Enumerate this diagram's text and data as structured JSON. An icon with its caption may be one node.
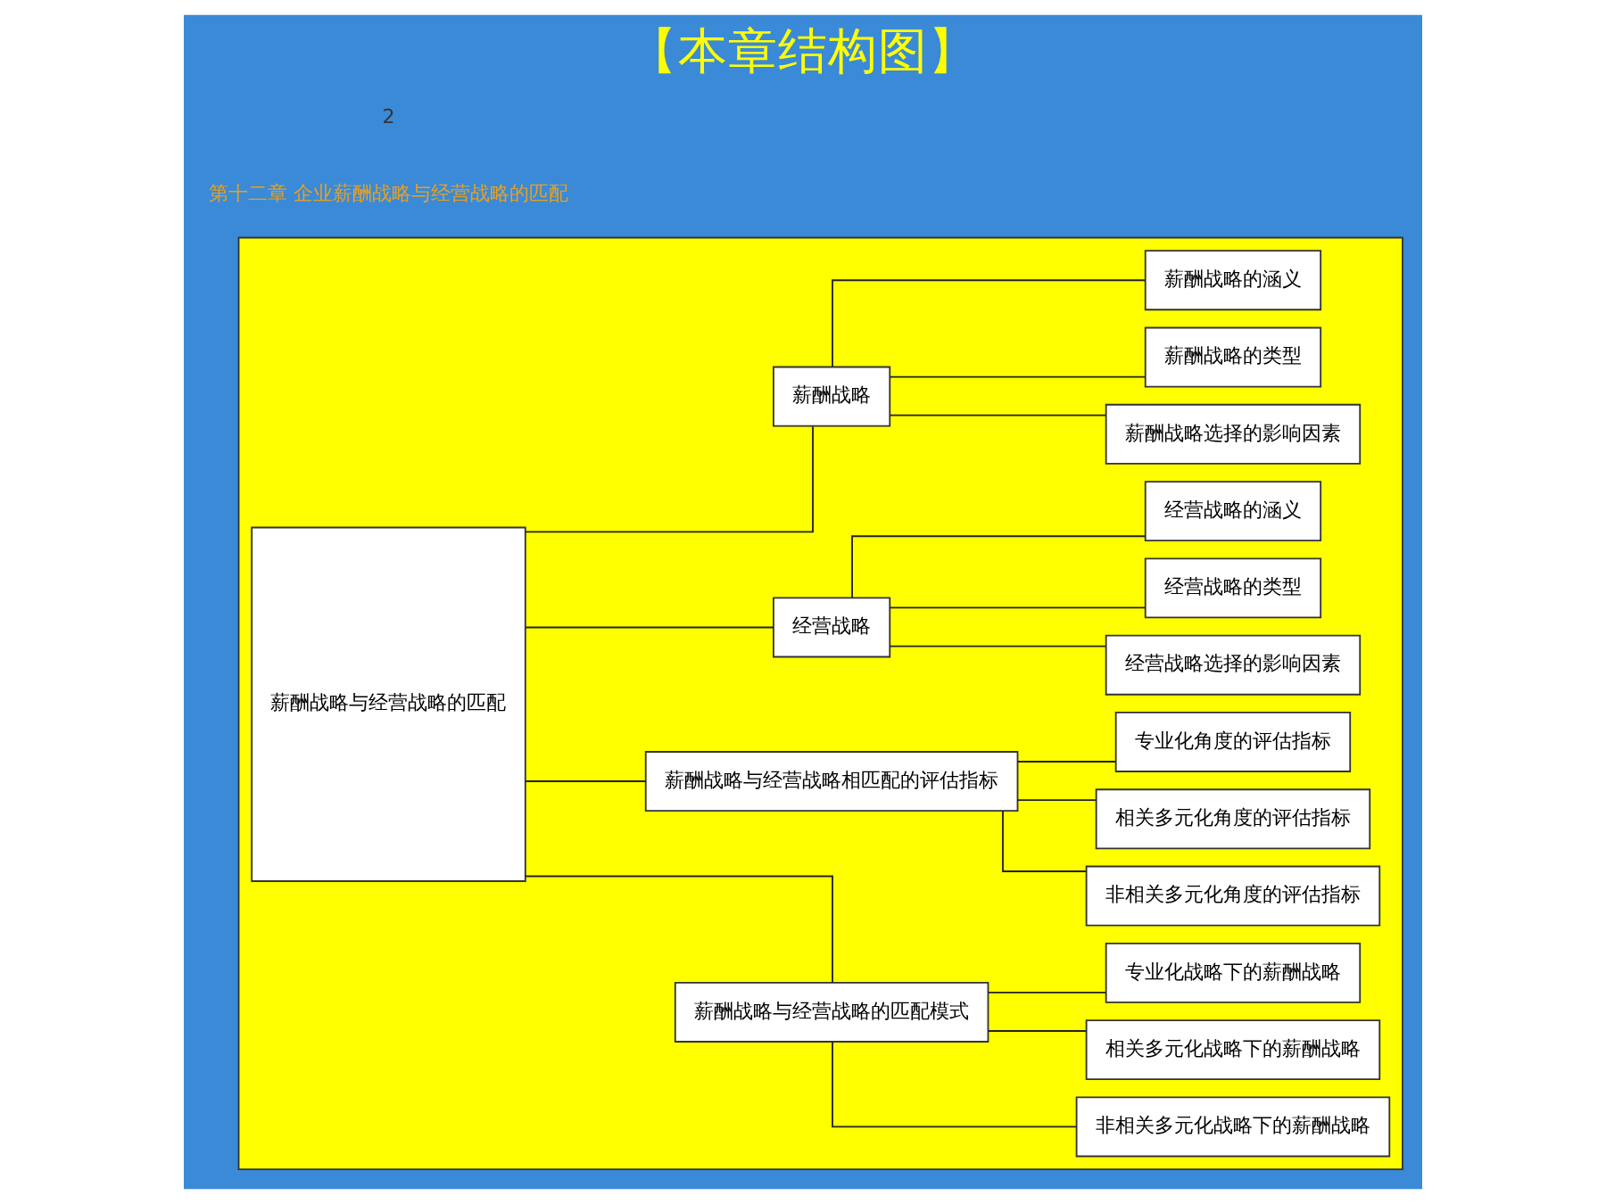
{
  "diagram": {
    "title": "【本章结构图】",
    "nodes": [
      {
        "text": [],
        "shape": "box"
      },
      {
        "text": [
          "薪酬战略与经营战略的匹配"
        ],
        "in": 0
      },
      {
        "text": [
          "薪酬战略"
        ],
        "in": 0
      },
      {
        "text": [
          "薪酬战略的涵义"
        ],
        "in": 0
      },
      {
        "text": [
          "薪酬战略的类型"
        ],
        "in": 0
      },
      {
        "text": [
          "薪酬战略选择的影响因素"
        ],
        "in": 0
      },
      {
        "text": [
          "经营战略"
        ],
        "in": 0
      },
      {
        "text": [
          "经营战略的涵义"
        ],
        "in": 0
      },
      {
        "text": [
          "经营战略的类型"
        ],
        "in": 0
      },
      {
        "text": [
          "经营战略选择的影响因素"
        ],
        "in": 0
      },
      {
        "text": [
          "薪酬战略与经营战略相匹配的评估指标"
        ],
        "in": 0
      },
      {
        "text": [
          "专业化角度的评估指标"
        ],
        "in": 0
      },
      {
        "text": [
          "相关多元化角度的评估指标"
        ],
        "in": 0
      },
      {
        "text": [
          "非相关多元化角度的评估指标"
        ],
        "in": 0
      },
      {
        "text": [
          "薪酬战略与经营战略的匹配模式"
        ],
        "in": 0
      },
      {
        "text": [
          "专业化战略下的薪酬战略"
        ],
        "in": 0
      },
      {
        "text": [
          "相关多元化战略下的薪酬战略"
        ],
        "in": 0
      },
      {
        "text": [
          "非相关多元化战略下的薪酬战略"
        ],
        "in": 0
      }
    ],
    "edges": [
      {
        "from": 1,
        "to": 2,
        "arrow": "none"
      },
      {
        "from": 1,
        "to": 6,
        "arrow": "none"
      },
      {
        "from": 1,
        "to": 10,
        "arrow": "none"
      },
      {
        "from": 1,
        "to": 14,
        "arrow": "none"
      },
      {
        "from": 2,
        "to": 3,
        "arrow": "none"
      },
      {
        "from": 2,
        "to": 4,
        "arrow": "none"
      },
      {
        "from": 2,
        "to": 5,
        "arrow": "none"
      },
      {
        "from": 6,
        "to": 7,
        "arrow": "none"
      },
      {
        "from": 6,
        "to": 8,
        "arrow": "none"
      },
      {
        "from": 6,
        "to": 9,
        "arrow": "none"
      },
      {
        "from": 10,
        "to": 11,
        "arrow": "none"
      },
      {
        "from": 10,
        "to": 12,
        "arrow": "none"
      },
      {
        "from": 10,
        "to": 13,
        "arrow": "none"
      },
      {
        "from": 14,
        "to": 15,
        "arrow": "none"
      },
      {
        "from": 14,
        "to": 16,
        "arrow": "none"
      },
      {
        "from": 14,
        "to": 17,
        "arrow": "none"
      }
    ],
    "labels": [
      "第十二章 企业薪酬战略与经营战略的匹配",
      "2"
    ]
  }
}
